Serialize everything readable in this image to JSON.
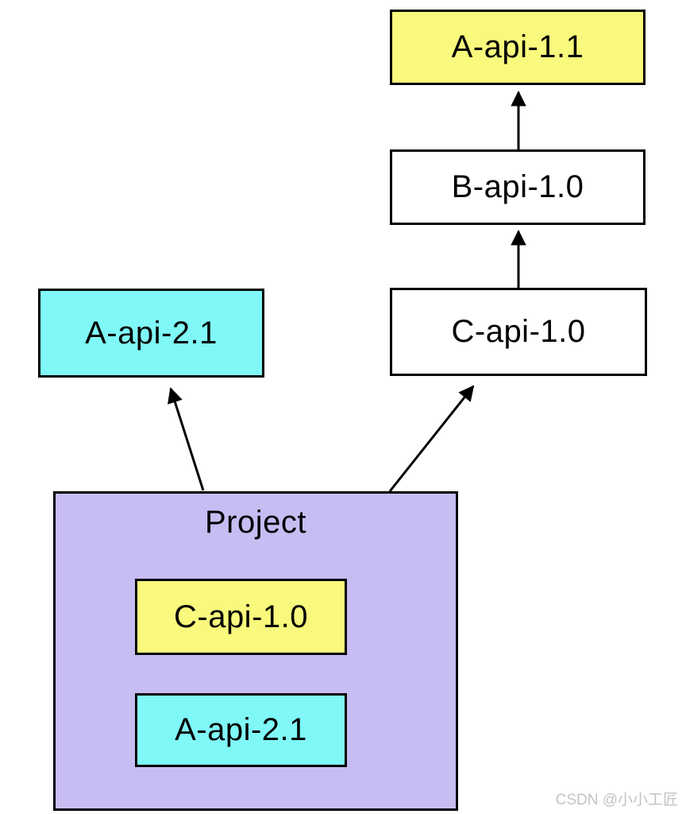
{
  "diagram": {
    "stroke_color": "#000000",
    "nodes": {
      "a_api_11": {
        "label": "A-api-1.1",
        "fill": "#F9F97D"
      },
      "b_api_10": {
        "label": "B-api-1.0",
        "fill": "#FFFFFF"
      },
      "c_api_10": {
        "label": "C-api-1.0",
        "fill": "#FFFFFF"
      },
      "a_api_21": {
        "label": "A-api-2.1",
        "fill": "#80F8F8"
      },
      "project": {
        "label": "Project",
        "fill": "#C7BDF3"
      },
      "project_c_api_10": {
        "label": "C-api-1.0",
        "fill": "#F9F97D"
      },
      "project_a_api_21": {
        "label": "A-api-2.1",
        "fill": "#80F8F8"
      }
    },
    "edges": [
      {
        "from": "B-api-1.0",
        "to": "A-api-1.1"
      },
      {
        "from": "C-api-1.0",
        "to": "B-api-1.0"
      },
      {
        "from": "Project",
        "to": "A-api-2.1"
      },
      {
        "from": "Project",
        "to": "C-api-1.0"
      }
    ]
  },
  "watermark": {
    "text": "CSDN @小小工匠",
    "color": "#C3C3C3"
  }
}
